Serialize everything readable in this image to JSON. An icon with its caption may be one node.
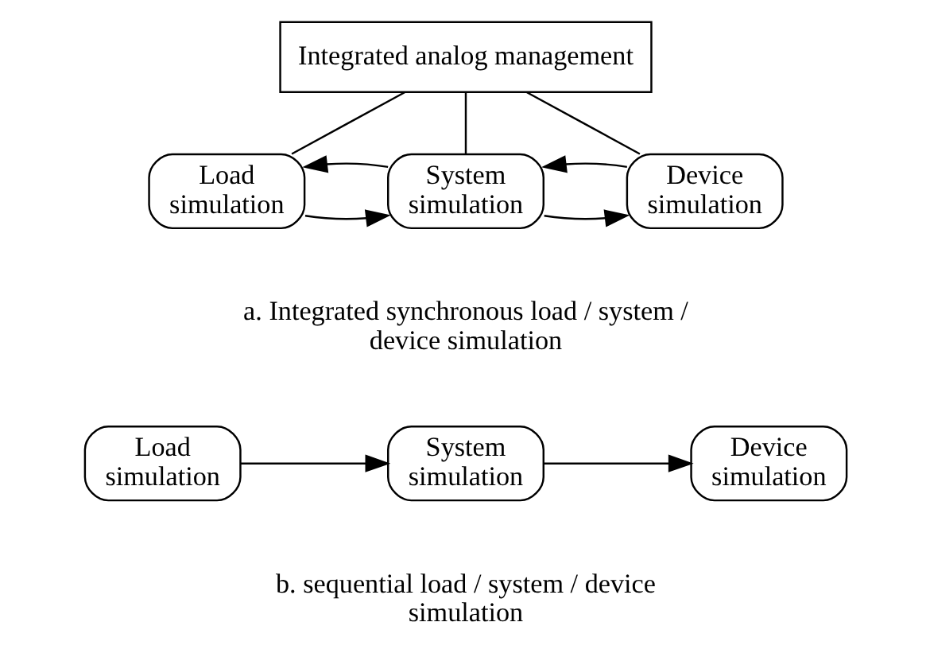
{
  "diagram": {
    "nodes": [
      {
        "text": [
          "Integrated analog management"
        ]
      },
      {
        "text": [
          "Load simulation"
        ]
      },
      {
        "text": [
          "System simulation"
        ]
      },
      {
        "text": [
          "Device simulation"
        ]
      },
      {
        "text": [
          "Load simulation"
        ]
      },
      {
        "text": [
          "System simulation"
        ]
      },
      {
        "text": [
          "Device simulation"
        ]
      }
    ],
    "edges": [
      {
        "from": 0,
        "to": 1,
        "arrow": "none"
      },
      {
        "from": 0,
        "to": 2,
        "arrow": "none"
      },
      {
        "from": 0,
        "to": 3,
        "arrow": "none"
      },
      {
        "from": 1,
        "to": 2,
        "arrow": "to"
      },
      {
        "from": 2,
        "to": 1,
        "arrow": "to"
      },
      {
        "from": 2,
        "to": 3,
        "arrow": "to"
      },
      {
        "from": 3,
        "to": 2,
        "arrow": "to"
      },
      {
        "from": 4,
        "to": 5,
        "arrow": "to"
      },
      {
        "from": 5,
        "to": 6,
        "arrow": "to"
      }
    ],
    "labels": [
      "a. Integrated synchronous load / system / device simulation",
      "b. sequential load / system / device simulation"
    ]
  }
}
